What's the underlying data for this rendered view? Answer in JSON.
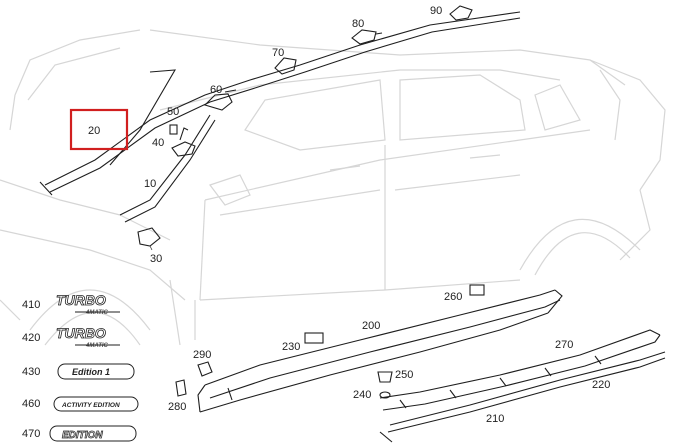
{
  "callouts": {
    "c10": "10",
    "c20": "20",
    "c30": "30",
    "c40": "40",
    "c50": "50",
    "c60": "60",
    "c70": "70",
    "c80": "80",
    "c90": "90",
    "c200": "200",
    "c210": "210",
    "c220": "220",
    "c230": "230",
    "c240": "240",
    "c250": "250",
    "c260": "260",
    "c270": "270",
    "c280": "280",
    "c290": "290"
  },
  "badges": [
    {
      "number": "410",
      "text": "TURBO",
      "subtext": "4MATIC"
    },
    {
      "number": "420",
      "text": "TURBO",
      "subtext": "4MATIC"
    },
    {
      "number": "430",
      "text": "Edition 1"
    },
    {
      "number": "460",
      "text": "ACTIVITY EDITION"
    },
    {
      "number": "470",
      "text": "EDITION"
    }
  ],
  "colors": {
    "highlight_box": "#d11f1f",
    "body_lines": "#d6d6d6",
    "part_lines": "#1f1f1f"
  }
}
